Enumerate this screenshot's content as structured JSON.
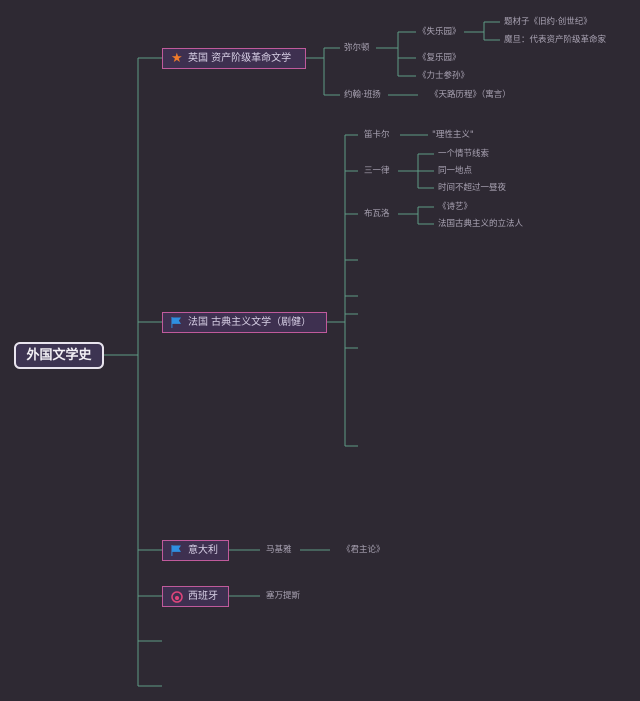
{
  "root": {
    "title": "外国文学史"
  },
  "branches": [
    {
      "label": "英国 资产阶级革命文学",
      "icon": "star-icon"
    },
    {
      "label": "法国 古典主义文学（剧健）",
      "icon": "blue-flag-icon"
    },
    {
      "label": "意大利",
      "icon": "blue-flag-icon"
    },
    {
      "label": "西班牙",
      "icon": "pink-circle-icon"
    }
  ],
  "branch1": {
    "milton": "弥尔顿",
    "paradise_lost": "《失乐园》",
    "paradise_regained": "《复乐园》",
    "samson": "《力士参孙》",
    "theme": "题材子《旧约·创世纪》",
    "meaning": "魔旦：代表资产阶级革命家",
    "bunyan": "约翰·班扬",
    "pilgrim": "《天路历程》（寓言）"
  },
  "branch2": {
    "descartes": "笛卡尔",
    "rationalism": "\"理性主义\"",
    "three_unities": "三一律",
    "unity_plot": "一个情节线索",
    "unity_place": "同一地点",
    "unity_time": "时间不超过一昼夜",
    "boileau": "布瓦洛",
    "poetic_art": "《诗艺》",
    "legislator": "法国古典主义的立法人"
  },
  "branch3": {
    "boccaccio": "马基雅",
    "decameron": "《君主论》"
  },
  "branch4": {
    "cervantes": "塞万提斯"
  }
}
